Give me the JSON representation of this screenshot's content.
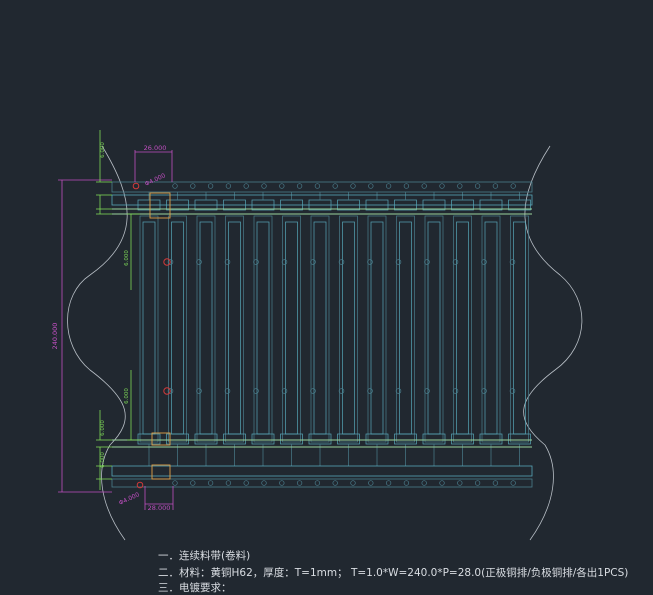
{
  "drawing": {
    "notes": [
      "一．连续料带(卷料)",
      "二．材料：黄铜H62，厚度：T=1mm；  T=1.0*W=240.0*P=28.0(正极铜排/负极铜排/各出1PCS)",
      "三．电镀要求："
    ],
    "dims": {
      "total_height": "240.000",
      "pitch_top": "26.000",
      "pitch_bottom": "28.000",
      "hole_top": "Φ4.000",
      "hole_bottom": "Φ4.000",
      "small_1": "6.000",
      "small_2": "6.000",
      "small_3": "6.000",
      "small_4": "6.000",
      "small_5": "6.000"
    },
    "colors": {
      "background": "#212830",
      "outline": "#4a7d8c",
      "accent_cyan": "#58a7b8",
      "strip_green": "#9bd39b",
      "dim_magenta": "#c04fc0",
      "dim_green": "#7ed957",
      "red_hole": "#d23a3a",
      "orange": "#e3a046",
      "curve": "#b8bfc6"
    }
  }
}
